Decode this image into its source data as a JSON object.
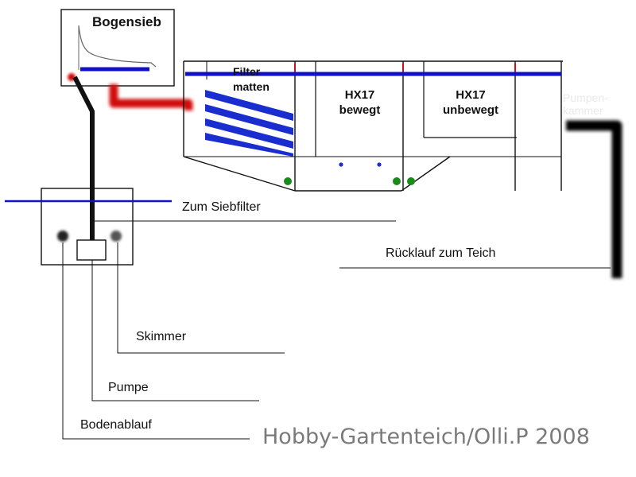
{
  "bogensieb": {
    "title": "Bogensieb"
  },
  "filter": {
    "chamber1": {
      "line1": "Filter",
      "line2": "matten"
    },
    "chamber2": {
      "line1": "HX17",
      "line2": "bewegt"
    },
    "chamber3": {
      "line1": "HX17",
      "line2": "unbewegt"
    },
    "chamber4_faint": {
      "line1": "Pumpen-",
      "line2": "kammer"
    }
  },
  "labels": {
    "zum_siebfilter": "Zum Siebfilter",
    "ruecklauf": "Rücklauf zum Teich",
    "skimmer": "Skimmer",
    "pumpe": "Pumpe",
    "bodenablauf": "Bodenablauf"
  },
  "watermark": "Hobby-Gartenteich/Olli.P 2008",
  "colors": {
    "water_line": "#1010c8",
    "feed_pipe": "#d01010",
    "return_pipe": "#000000",
    "filter_mat": "#1a2ed0",
    "drain_dot": "#1a8a1a",
    "air_dot": "#1a2ed0"
  }
}
